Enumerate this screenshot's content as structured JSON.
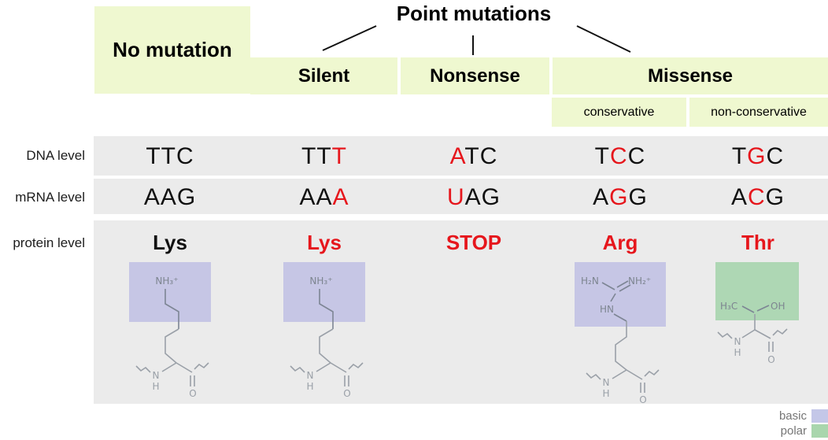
{
  "title": "Point mutations",
  "headers": {
    "no_mutation": "No mutation",
    "silent": "Silent",
    "nonsense": "Nonsense",
    "missense": "Missense",
    "conservative": "conservative",
    "non_conservative": "non-conservative"
  },
  "row_labels": {
    "dna": "DNA level",
    "mrna": "mRNA level",
    "protein": "protein level"
  },
  "codons": {
    "dna": [
      {
        "pre": "TTC",
        "hot": "",
        "post": ""
      },
      {
        "pre": "TT",
        "hot": "T",
        "post": ""
      },
      {
        "pre": "",
        "hot": "A",
        "post": "TC"
      },
      {
        "pre": "T",
        "hot": "C",
        "post": "C"
      },
      {
        "pre": "T",
        "hot": "G",
        "post": "C"
      }
    ],
    "mrna": [
      {
        "pre": "AAG",
        "hot": "",
        "post": ""
      },
      {
        "pre": "AA",
        "hot": "A",
        "post": ""
      },
      {
        "pre": "",
        "hot": "U",
        "post": "AG"
      },
      {
        "pre": "A",
        "hot": "G",
        "post": "G"
      },
      {
        "pre": "A",
        "hot": "C",
        "post": "G"
      }
    ]
  },
  "protein": [
    "Lys",
    "Lys",
    "STOP",
    "Arg",
    "Thr"
  ],
  "chem": {
    "lys": {
      "amine": "NH₃⁺"
    },
    "arg": {
      "left_amine": "H₂N",
      "right_amine": "NH₂⁺",
      "mid_amine": "HN"
    },
    "thr": {
      "methyl": "H₃C",
      "hydroxyl": "OH"
    },
    "backbone": {
      "n": "N",
      "h": "H",
      "o": "O"
    }
  },
  "legend": {
    "items": [
      {
        "label": "basic",
        "color": "#c4c7e8"
      },
      {
        "label": "polar",
        "color": "#a9d6ad"
      }
    ]
  },
  "colors": {
    "header_bg": "#eff8d0",
    "row_bg": "#ebebeb",
    "mutation_red": "#e6161c",
    "basic_highlight": "#c6c6e5",
    "polar_highlight": "#aed7b4"
  }
}
